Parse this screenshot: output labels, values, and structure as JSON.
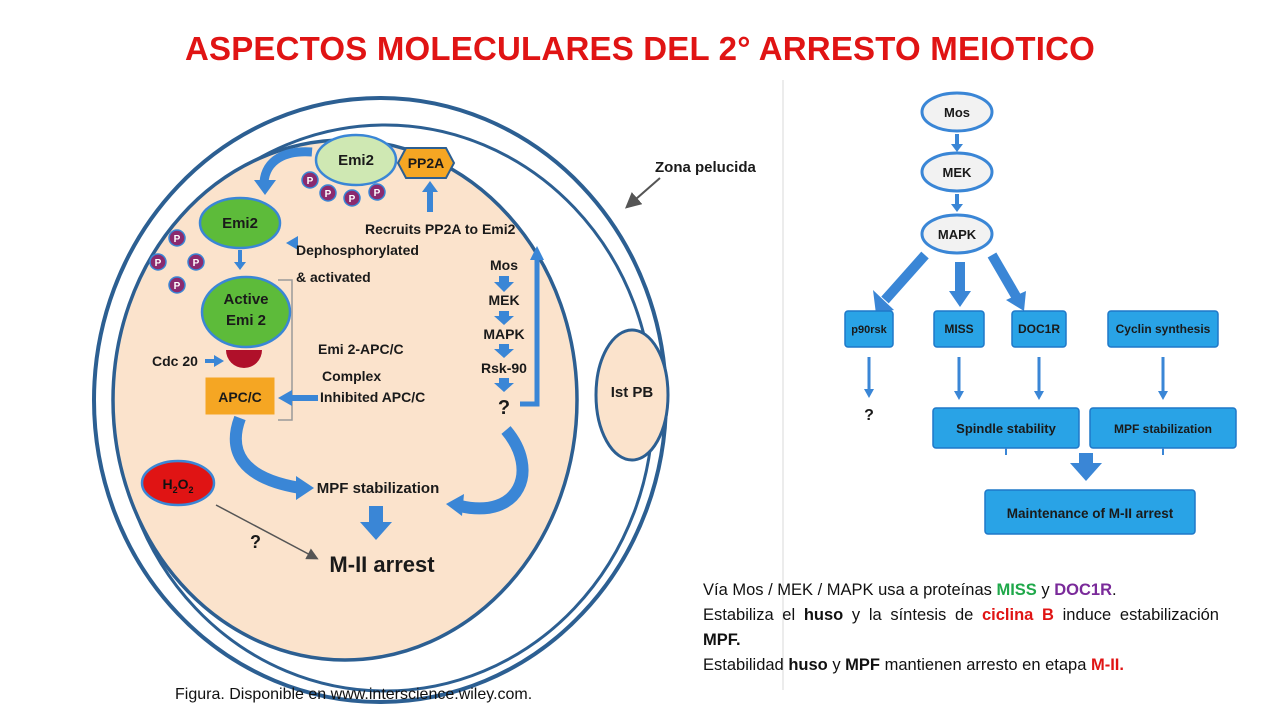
{
  "title": "ASPECTOS MOLECULARES DEL  2° ARRESTO MEIOTICO",
  "left_diagram": {
    "zona_pelucida": "Zona pelucida",
    "polar_body": "Ist PB",
    "emi2_top": "Emi2",
    "pp2a": "PP2A",
    "phospho": "P",
    "recruits": "Recruits PP2A to Emi2",
    "emi2_mid": "Emi2",
    "dephos_1": "Dephosphorylated",
    "dephos_2": "& activated",
    "active_1": "Active",
    "active_2": "Emi 2",
    "cdc20": "Cdc 20",
    "apcc": "APC/C",
    "complex_1": "Emi 2-APC/C",
    "complex_2": "Complex",
    "complex_3": "Inhibited APC/C",
    "path_mos": "Mos",
    "path_mek": "MEK",
    "path_mapk": "MAPK",
    "path_rsk": "Rsk-90",
    "unknown": "?",
    "h2o2_h": "H",
    "h2o2_2a": "2",
    "h2o2_o": "O",
    "h2o2_2b": "2",
    "mpf_stab": "MPF stabilization",
    "unknown2": "?",
    "m2_arrest": "M-II arrest"
  },
  "right_diagram": {
    "mos": "Mos",
    "mek": "MEK",
    "mapk": "MAPK",
    "p90rsk": "p90rsk",
    "miss": "MISS",
    "doc1r": "DOC1R",
    "cyclin": "Cyclin synthesis",
    "unknown": "?",
    "spindle": "Spindle stability",
    "mpf": "MPF stabilization",
    "maintenance": "Maintenance of M-II arrest"
  },
  "description": {
    "l1_a": "Vía Mos / MEK / MAPK usa a proteínas ",
    "l1_miss": "MISS",
    "l1_y": " y ",
    "l1_doc": "DOC1R",
    "l1_end": ".",
    "l2_a": "Estabiliza el ",
    "l2_huso": "huso",
    "l2_b": " y la síntesis de ",
    "l2_ciclina": "ciclina B",
    "l2_c": " induce estabilización ",
    "l2_mpf": "MPF.",
    "l3_a": "Estabilidad ",
    "l3_huso": "huso",
    "l3_y": " y ",
    "l3_mpf": "MPF",
    "l3_b": " mantienen arresto en etapa ",
    "l3_m2": "M-II."
  },
  "caption": "Figura. Disponible en www.interscience.wiley.com.",
  "colors": {
    "title_red": "#e01414",
    "cytoplasm": "#fbe3cc",
    "green_node": "#5dbb3a",
    "blue_box": "#29a3e6",
    "blue_arrow": "#3a86d6",
    "orange_box": "#f5a623",
    "phospho_purple": "#8b2a6e",
    "h2o2_red": "#e01414",
    "cdc20_red": "#b0102a"
  }
}
